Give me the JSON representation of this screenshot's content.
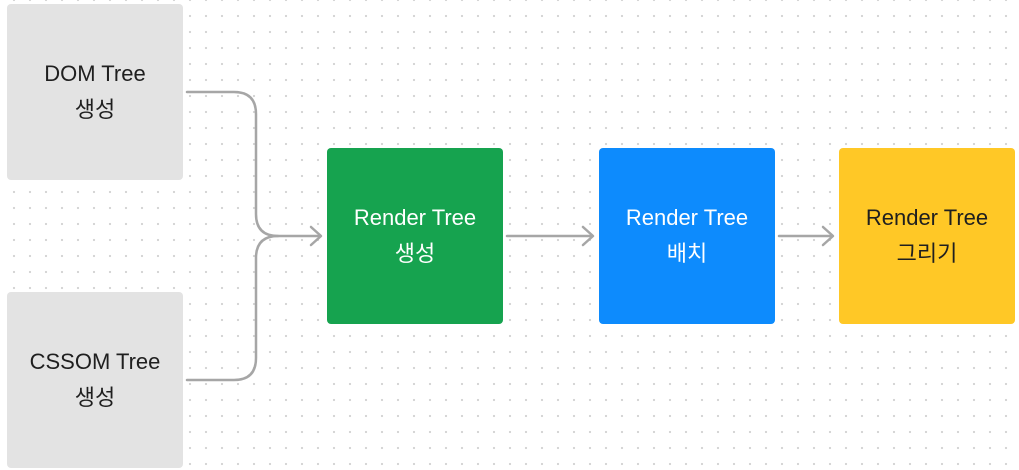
{
  "diagram": {
    "sources": [
      {
        "id": "dom",
        "line1": "DOM Tree",
        "line2": "생성"
      },
      {
        "id": "cssom",
        "line1": "CSSOM Tree",
        "line2": "생성"
      }
    ],
    "pipeline": [
      {
        "id": "construct",
        "line1": "Render Tree",
        "line2": "생성",
        "color": "#16a34f",
        "text_color": "#ffffff"
      },
      {
        "id": "layout",
        "line1": "Render Tree",
        "line2": "배치",
        "color": "#0d8bfd",
        "text_color": "#ffffff"
      },
      {
        "id": "paint",
        "line1": "Render Tree",
        "line2": "그리기",
        "color": "#ffc826",
        "text_color": "#1f1f1f"
      }
    ],
    "connector_color": "#a6a6a6"
  }
}
